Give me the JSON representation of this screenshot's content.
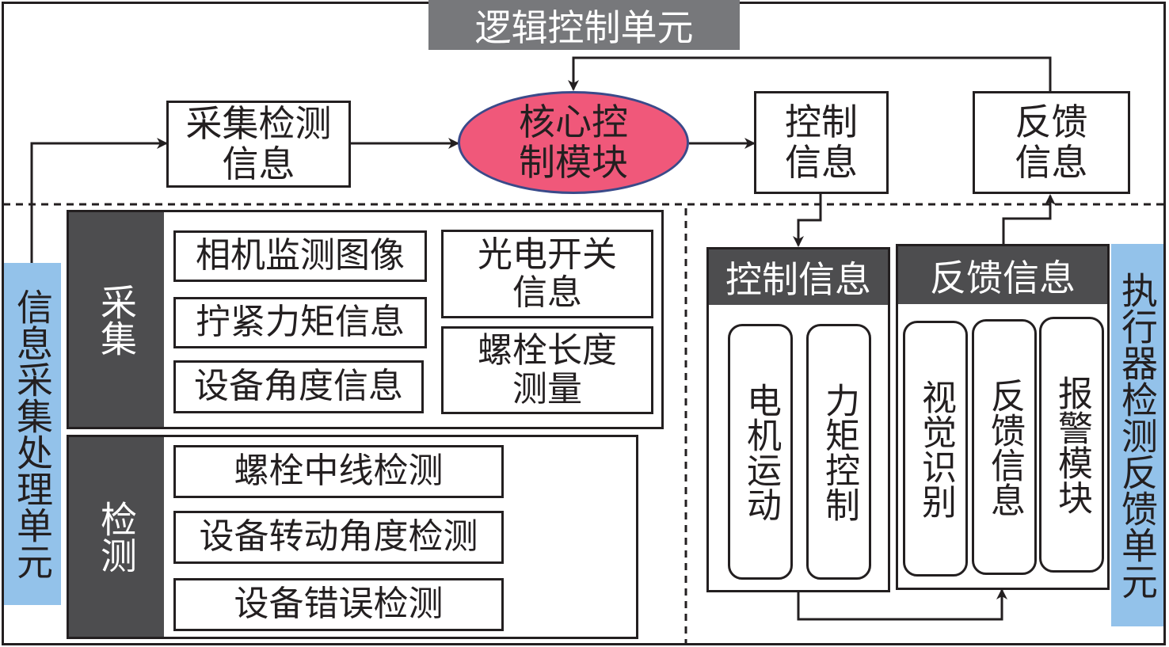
{
  "title": "逻辑控制单元",
  "top_flow": {
    "collect_detect_info": "采集检测\n信息",
    "core_module": "核心控\n制模块",
    "control_info": "控制\n信息",
    "feedback_info": "反馈\n信息"
  },
  "left_unit": {
    "label": "信息采集处理单元",
    "collect_group": {
      "label": "采集",
      "items": [
        "相机监测图像",
        "拧紧力矩信息",
        "设备角度信息",
        "光电开关\n信息",
        "螺栓长度\n测量"
      ]
    },
    "detect_group": {
      "label": "检测",
      "items": [
        "螺栓中线检测",
        "设备转动角度检测",
        "设备错误检测"
      ]
    }
  },
  "right_unit": {
    "label": "执行器检测反馈单元",
    "control_group": {
      "label": "控制信息",
      "items": [
        "电机运动",
        "力矩控制"
      ]
    },
    "feedback_group": {
      "label": "反馈信息",
      "items": [
        "视觉识别",
        "反馈信息",
        "报警模块"
      ]
    }
  },
  "colors": {
    "title_bg": "#77787b",
    "core_fill": "#f0587a",
    "core_border": "#3a4a8a",
    "group_header": "#4d4d4f",
    "unit_label_bg": "#93c2ea",
    "line": "#231f20"
  }
}
